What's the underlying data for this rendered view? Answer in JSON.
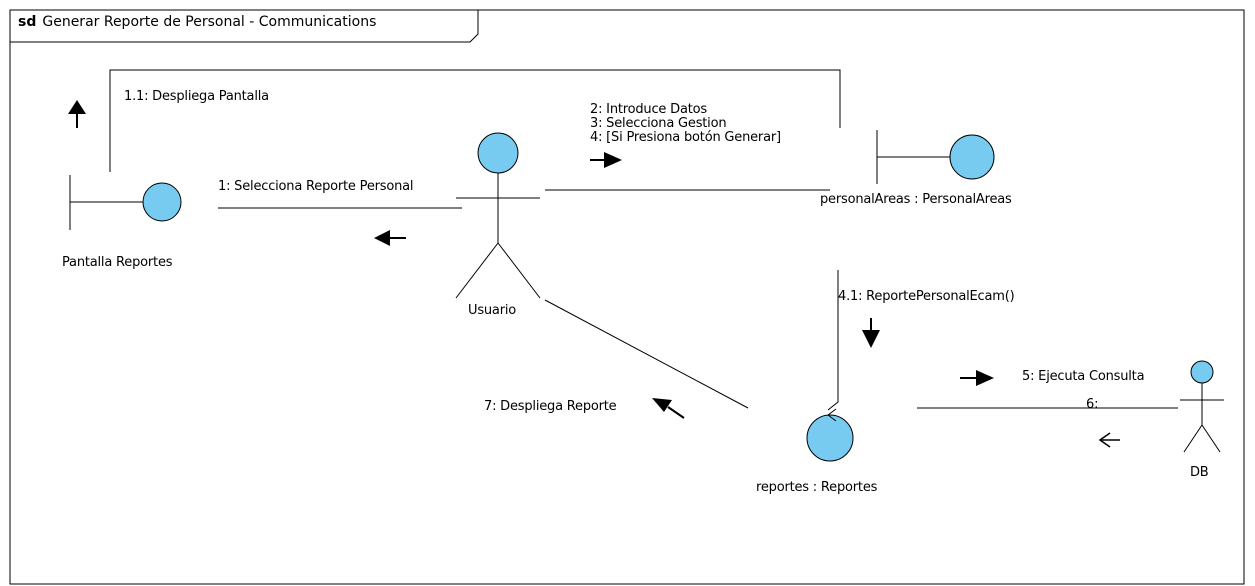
{
  "frame": {
    "keyword": "sd",
    "title": "Generar Reporte de Personal - Communications"
  },
  "colors": {
    "fill": "#78cbf0",
    "stroke": "#000000",
    "background": "#ffffff"
  },
  "objects": {
    "pantalla": {
      "label": "Pantalla Reportes",
      "type": "boundary"
    },
    "usuario": {
      "label": "Usuario",
      "type": "actor"
    },
    "personal_areas": {
      "label": "personalAreas : PersonalAreas",
      "type": "boundary"
    },
    "reportes": {
      "label": "reportes : Reportes",
      "type": "control"
    },
    "db": {
      "label": "DB",
      "type": "actor"
    }
  },
  "messages": {
    "m1": "1: Selecciona Reporte Personal",
    "m11": "1.1: Despliega Pantalla",
    "m2_4": [
      "2: Introduce Datos",
      "3: Selecciona Gestion",
      "4: [Si Presiona botón  Generar]"
    ],
    "m41": "4.1: ReportePersonalEcam()",
    "m5": "5: Ejecuta Consulta",
    "m6": "6:",
    "m7": "7: Despliega Reporte"
  }
}
